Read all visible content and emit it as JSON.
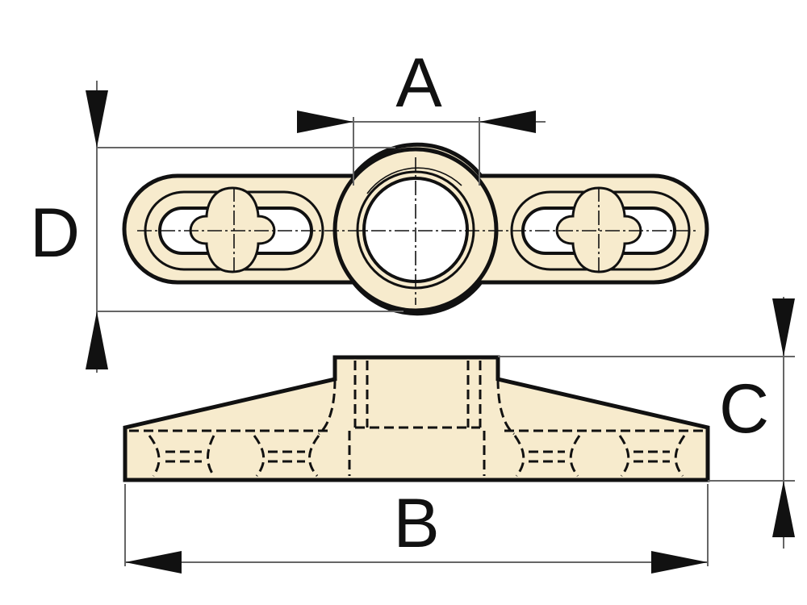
{
  "diagram": {
    "labels": {
      "a": "A",
      "b": "B",
      "c": "C",
      "d": "D"
    },
    "colors": {
      "part_fill": "#f7ebcd",
      "outline": "#111111",
      "dimension_line": "#666666"
    }
  }
}
